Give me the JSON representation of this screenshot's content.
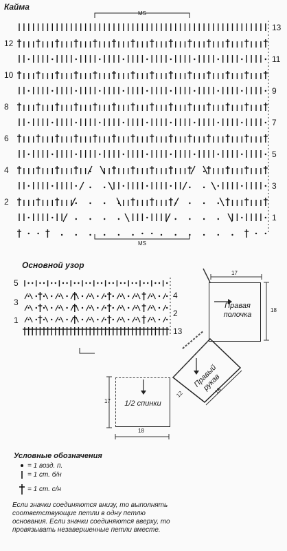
{
  "border": {
    "title": "Кайма",
    "repeat_top": "MS",
    "repeat_bottom": "MS",
    "rows_left": [
      "12",
      "10",
      "8",
      "6",
      "4",
      "2"
    ],
    "rows_right": [
      "13",
      "11",
      "9",
      "7",
      "5",
      "3",
      "1"
    ]
  },
  "main_pattern": {
    "title": "Основной узор",
    "rows_left": [
      "5",
      "3",
      "1"
    ],
    "rows_right": [
      "4",
      "2",
      "13"
    ]
  },
  "schematic": {
    "front": {
      "label": "Правая полочка",
      "width": "17",
      "height": "18"
    },
    "sleeve": {
      "label": "Правый рукав",
      "width": "18",
      "side": "12"
    },
    "back": {
      "label": "1/2 спинки",
      "width": "18",
      "height": "17"
    }
  },
  "legend": {
    "title": "Условные обозначения",
    "items": [
      {
        "text": "= 1 возд. п."
      },
      {
        "text": "= 1 ст. б/н"
      },
      {
        "text": "= 1 ст. с/н"
      }
    ],
    "note": "Если значки соединяются внизу, то выполнять соответствующие петли в одну петлю основания. Если значки соединяются вверху, то провязывать незавершенные петли вместе."
  }
}
